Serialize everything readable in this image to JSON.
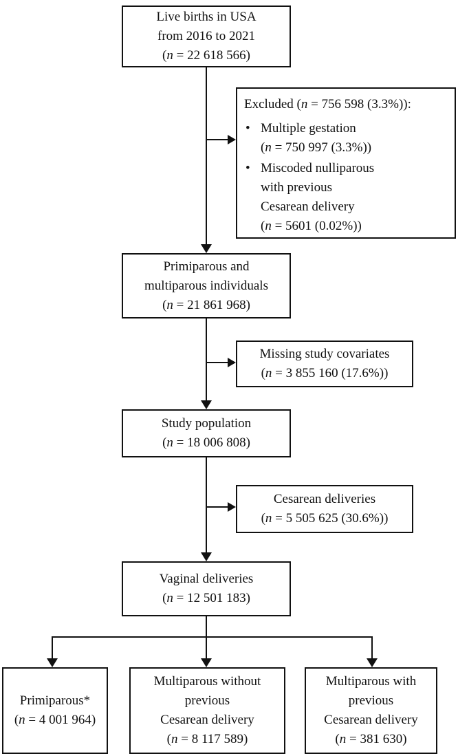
{
  "figure": {
    "type": "flowchart",
    "colors": {
      "ink": "#111111",
      "background": "#ffffff"
    },
    "boxes": {
      "live_births": {
        "lines": [
          "Live births in USA",
          "from 2016 to 2021",
          "(n = 22 618 566)"
        ]
      },
      "excluded": {
        "header_lines": [
          "Excluded (n = 756 598 (3.3%)):"
        ],
        "bullet_char": "•",
        "bullets": [
          [
            "Multiple gestation",
            "(n = 750 997 (3.3%))"
          ],
          [
            "Miscoded nulliparous",
            "with previous",
            "Cesarean delivery",
            "(n = 5601 (0.02%))"
          ]
        ]
      },
      "primi_multi": {
        "lines": [
          "Primiparous and",
          "multiparous individuals",
          "(n = 21 861 968)"
        ]
      },
      "missing_covariates": {
        "lines": [
          "Missing study covariates",
          "(n = 3 855 160 (17.6%))"
        ]
      },
      "study_population": {
        "lines": [
          "Study population",
          "(n = 18 006 808)"
        ]
      },
      "cesarean_deliveries": {
        "lines": [
          "Cesarean deliveries",
          "(n = 5 505 625 (30.6%))"
        ]
      },
      "vaginal_deliveries": {
        "lines": [
          "Vaginal deliveries",
          "(n = 12 501 183)"
        ]
      },
      "primiparous": {
        "lines": [
          "Primiparous*",
          "(n = 4 001 964)"
        ]
      },
      "multiparous_without": {
        "lines": [
          "Multiparous without",
          "previous",
          "Cesarean delivery",
          "(n = 8 117 589)"
        ]
      },
      "multiparous_with": {
        "lines": [
          "Multiparous with",
          "previous",
          "Cesarean delivery",
          "(n = 381 630)"
        ]
      }
    }
  }
}
